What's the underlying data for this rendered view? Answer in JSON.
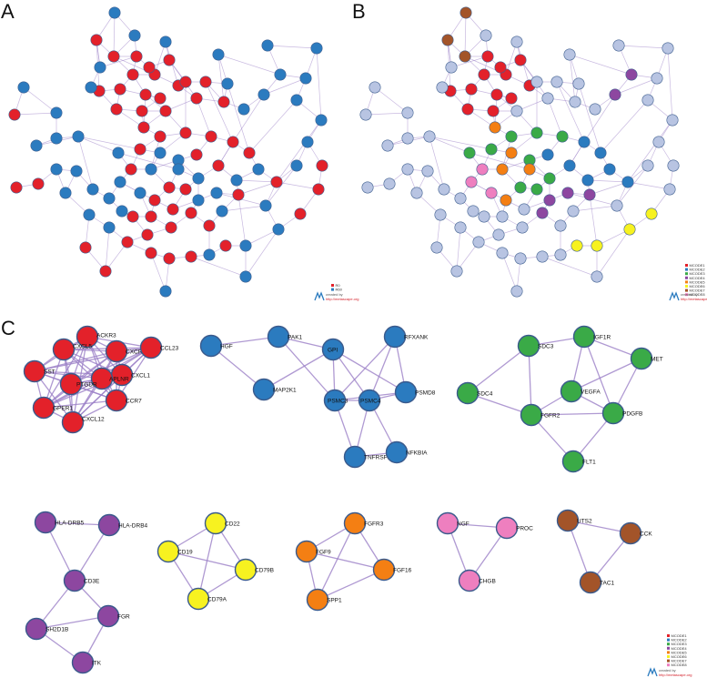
{
  "colors": {
    "red": "#e3212a",
    "blue": "#2b7bbf",
    "lavender": "#b8c4e2",
    "green": "#3aaa47",
    "orange": "#f47f13",
    "purple": "#8d47a0",
    "yellow": "#f7f220",
    "pink": "#ee7fbf",
    "brown": "#a35429",
    "stroke": "#3d5b8c",
    "edge": "#9b7fc7"
  },
  "panels": {
    "a": {
      "letter": "A"
    },
    "b": {
      "letter": "B"
    },
    "c": {
      "letter": "C"
    }
  },
  "legend_a": [
    {
      "label": "R0",
      "color": "#e3212a"
    },
    {
      "label": "R60",
      "color": "#2b7bbf"
    }
  ],
  "legend_mcode": [
    {
      "label": "MCODE1",
      "color": "#e3212a"
    },
    {
      "label": "MCODE2",
      "color": "#2b7bbf"
    },
    {
      "label": "MCODE3",
      "color": "#3aaa47"
    },
    {
      "label": "MCODE4",
      "color": "#8d47a0"
    },
    {
      "label": "MCODE5",
      "color": "#f47f13"
    },
    {
      "label": "MCODE6",
      "color": "#f7f220"
    },
    {
      "label": "MCODE7",
      "color": "#a35429"
    },
    {
      "label": "MCODE8",
      "color": "#ee7fbf"
    }
  ],
  "credit": {
    "created_by": "created by",
    "url": "http://metascape.org"
  },
  "modules": {
    "mcode1": {
      "color": "red",
      "nodes": [
        "ACKR3",
        "CXCR4",
        "CCL23",
        "CXCL1",
        "CCR7",
        "CXCL12",
        "GPER1",
        "SST",
        "CXCL5",
        "APLNR",
        "PTGDR"
      ],
      "display": [
        "ACKR3",
        "CXCR4",
        "CCL23",
        "CXCL1",
        "CCR7",
        "CXCL12",
        "GPER1",
        "SST",
        "CXCL5",
        "APLNR",
        "PTGDR"
      ]
    },
    "mcode2": {
      "color": "blue",
      "nodes": [
        "HGF",
        "PAK1",
        "MAP2K1",
        "GPI",
        "RFXANK",
        "PSMC3",
        "PSMC4",
        "PSMD8",
        "TNFRSF13C",
        "NFKBIA"
      ],
      "display": [
        "HGF",
        "PAK1",
        "MAP2K1",
        "GPI",
        "RFXANK",
        "PSMC3",
        "PSMC4",
        "PSMD8",
        "TNFRSF13C",
        "NFKBIA"
      ]
    },
    "mcode3": {
      "color": "green",
      "nodes": [
        "SDC3",
        "IGF1R",
        "MET",
        "SDC4",
        "VEGFA",
        "FGFR2",
        "PDGFB",
        "FLT1"
      ],
      "display": [
        "SDC3",
        "IGF1R",
        "MET",
        "SDC4",
        "VEGFA",
        "FGFR2",
        "PDGFB",
        "FLT1"
      ]
    },
    "mcode4": {
      "color": "purple",
      "nodes": [
        "HLA-DRB5",
        "HLA-DRB4",
        "CD3E",
        "SH2D1B",
        "FGR",
        "ITK"
      ],
      "display": [
        "HLA-DRB5",
        "HLA-DRB4",
        "CD3E",
        "SH2D1B",
        "FGR",
        "ITK"
      ]
    },
    "mcode6": {
      "color": "yellow",
      "nodes": [
        "CD22",
        "CD19",
        "CD79B",
        "CD79A"
      ],
      "display": [
        "CD22",
        "CD19",
        "CD79B",
        "CD79A"
      ]
    },
    "mcode5": {
      "color": "orange",
      "nodes": [
        "FGFR3",
        "FGF9",
        "FGF16",
        "SPP1"
      ],
      "display": [
        "FGFR3",
        "FGF9",
        "FGF16",
        "SPP1"
      ]
    },
    "mcode8": {
      "color": "pink",
      "nodes": [
        "NGF",
        "PROC",
        "CHGB"
      ],
      "display": [
        "NGF",
        "PROC",
        "CHGB"
      ]
    },
    "mcode7": {
      "color": "brown",
      "nodes": [
        "UTS2",
        "CCK",
        "TAC1"
      ],
      "display": [
        "UTS2",
        "CCK",
        "TAC1"
      ]
    }
  }
}
